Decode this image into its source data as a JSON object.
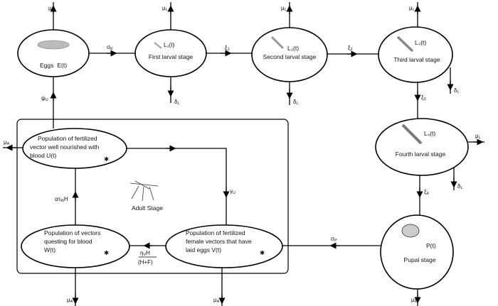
{
  "nodes": {
    "eggs": {
      "name": "Eggs",
      "var": "E(t)"
    },
    "l1": {
      "var": "L₁(t)",
      "name": "First larval stage"
    },
    "l2": {
      "var": "L₂(t)",
      "name": "Second larval stage"
    },
    "l3": {
      "var": "L₃(t)",
      "name": "Third larval stage"
    },
    "l4": {
      "var": "L₄(t)",
      "name": "Fourth larval stage"
    },
    "pupa": {
      "var": "P(t)",
      "name": "Pupal stage"
    },
    "u": {
      "lines": [
        "Population of fertilized",
        "vector well nourished with",
        "blood  U(t)"
      ]
    },
    "w": {
      "lines": [
        "Population of vectors",
        "questing for blood",
        "W(t)"
      ]
    },
    "v": {
      "lines": [
        "Population of fertilized",
        "female vectors that have",
        "laid eggs V(t)"
      ]
    },
    "adult": "Adult Stage"
  },
  "rates": {
    "mu_e": {
      "main": "μ",
      "sub": "E"
    },
    "mu_l": {
      "main": "μ",
      "sub": "L"
    },
    "delta_l": {
      "main": "δ",
      "sub": "L"
    },
    "sigma_e": {
      "main": "σ",
      "sub": "E"
    },
    "xi1": {
      "main": "ξ",
      "sub": "1"
    },
    "xi2": {
      "main": "ξ",
      "sub": "2"
    },
    "xi3": {
      "main": "ξ",
      "sub": "3"
    },
    "xi4": {
      "main": "ξ",
      "sub": "4"
    },
    "sigma_p": {
      "main": "σ",
      "sub": "P"
    },
    "mu_p": {
      "main": "μ",
      "sub": "P"
    },
    "mu_a": {
      "main": "μ",
      "sub": "A"
    },
    "psi_u": {
      "main": "ψ",
      "sub": "U"
    },
    "gamma_u": {
      "main": "γ",
      "sub": "U"
    },
    "alpha_tau": {
      "main": "ατ",
      "sub": "W",
      "tail": "H"
    },
    "eta_num": {
      "main": "η",
      "sub": "V",
      "tail": "H"
    },
    "eta_den": "(H+F)"
  }
}
